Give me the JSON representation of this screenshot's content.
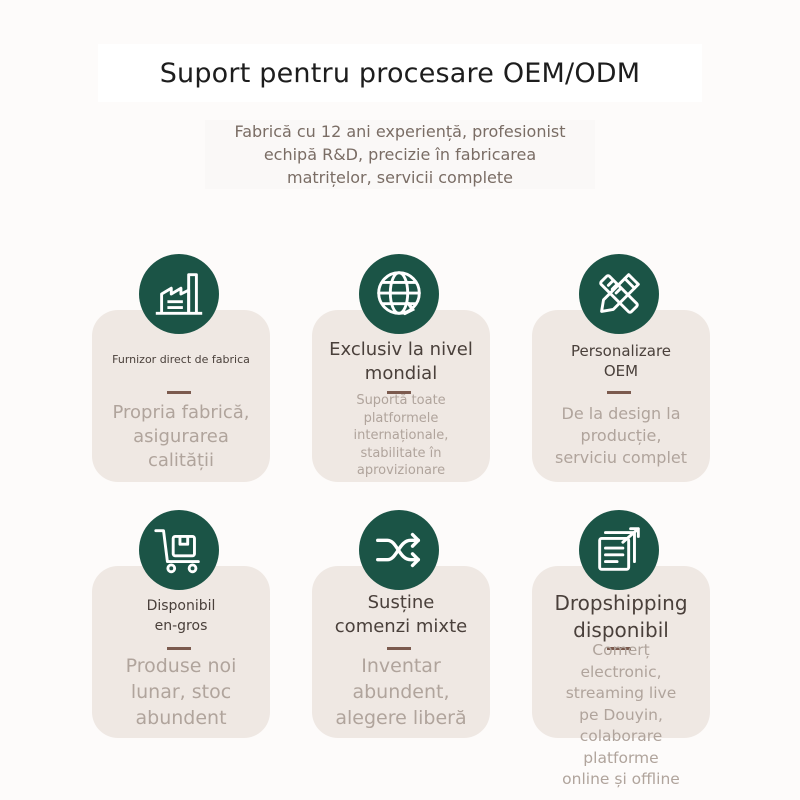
{
  "header": {
    "title": "Suport pentru procesare OEM/ODM",
    "subtitle_lines": [
      "Fabrică cu 12 ani experiență, profesionist",
      "echipă R&D, precizie în fabricarea",
      "matrițelor, servicii complete"
    ]
  },
  "features": [
    {
      "icon": "factory-icon",
      "title_lines": [
        "Furnizor direct de fabrica"
      ],
      "desc_lines": [
        "Propria fabrică,",
        "asigurarea",
        "calității"
      ]
    },
    {
      "icon": "globe-icon",
      "title_lines": [
        "Exclusiv la nivel",
        "mondial"
      ],
      "desc_lines": [
        "Suportă toate",
        "platformele",
        "internaționale,",
        "stabilitate în",
        "aprovizionare"
      ]
    },
    {
      "icon": "pencil-ruler-icon",
      "title_lines": [
        "Personalizare",
        "OEM"
      ],
      "desc_lines": [
        "De la design la",
        "producție,",
        "serviciu complet"
      ]
    },
    {
      "icon": "cart-icon",
      "title_lines": [
        "Disponibil",
        "en-gros"
      ],
      "desc_lines": [
        "Produse noi",
        "lunar, stoc",
        "abundent"
      ]
    },
    {
      "icon": "shuffle-icon",
      "title_lines": [
        "Susține",
        "comenzi mixte"
      ],
      "desc_lines": [
        "Inventar",
        "abundent,",
        "alegere liberă"
      ]
    },
    {
      "icon": "share-document-icon",
      "title_lines": [
        "Dropshipping",
        "disponibil"
      ],
      "desc_lines": [
        "Comerț",
        "electronic,",
        "streaming live",
        "pe Douyin,",
        "colaborare",
        "platforme",
        "online și offline"
      ]
    }
  ],
  "colors": {
    "icon_circle": "#1b5446",
    "card_bg": "#efe8e3",
    "divider": "#7b5a4e",
    "title_text": "#4a403b",
    "desc_text": "#b0a49c"
  }
}
